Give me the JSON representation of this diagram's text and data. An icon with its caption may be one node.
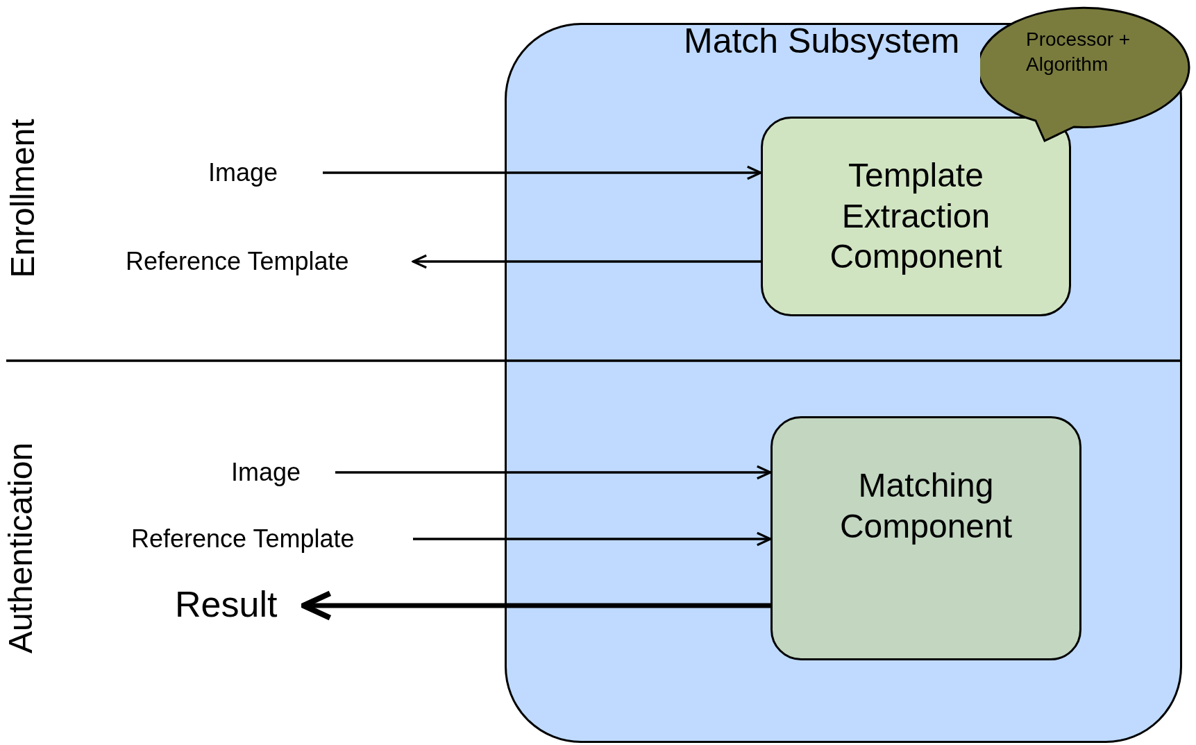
{
  "diagram": {
    "nodes": [
      {
        "text": [
          "Match Subsystem"
        ]
      },
      {
        "text": [
          "Template Extraction Component"
        ],
        "in": 0
      },
      {
        "text": [
          "Matching Component"
        ],
        "in": 0
      },
      {
        "text": [
          "Processor + Algorithm"
        ]
      },
      {
        "text": [
          "Image"
        ]
      },
      {
        "text": [
          "Reference Template"
        ]
      },
      {
        "text": [
          "Image"
        ]
      },
      {
        "text": [
          "Reference Template"
        ]
      },
      {
        "text": [
          "Result"
        ]
      }
    ],
    "edges": [
      {
        "from": 4,
        "to": 1,
        "arrow": "to"
      },
      {
        "from": 1,
        "to": 5,
        "arrow": "to"
      },
      {
        "from": 6,
        "to": 2,
        "arrow": "to"
      },
      {
        "from": 7,
        "to": 2,
        "arrow": "to"
      },
      {
        "from": 2,
        "to": 8,
        "arrow": "to",
        "style": "thick"
      }
    ],
    "labels": [
      "Enrollment",
      "Authentication"
    ]
  }
}
